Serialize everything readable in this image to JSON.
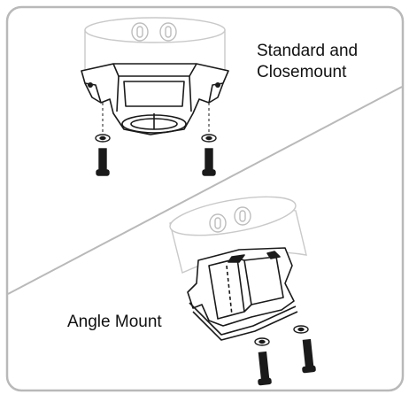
{
  "labels": {
    "standard_line1": "Standard and",
    "standard_line2": "Closemount",
    "angle": "Angle Mount"
  },
  "colors": {
    "frame": "#b9b9b9",
    "outline": "#1a1a1a",
    "faded_housing": "#c9c9c9",
    "fill": "#ffffff"
  }
}
